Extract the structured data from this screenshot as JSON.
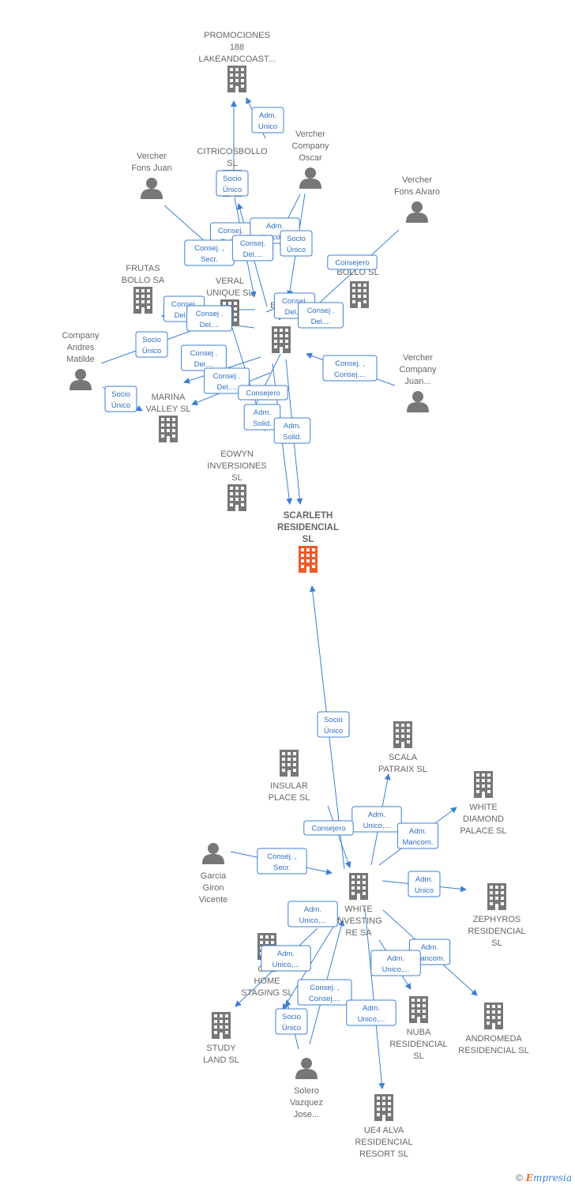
{
  "colors": {
    "edge": "#3d7fd1",
    "node": "#777777",
    "focus": "#f05a28",
    "tag_text": "#2f6fc4"
  },
  "nodes": [
    {
      "id": "promociones",
      "kind": "company",
      "label": [
        "PROMOCIONES",
        "188",
        "LAKEANDCOAST..."
      ]
    },
    {
      "id": "citricos",
      "kind": "company",
      "label": [
        "CITRICOSBOLLO",
        "SL"
      ]
    },
    {
      "id": "vercher_fons_juan",
      "kind": "person",
      "label": [
        "Vercher",
        "Fons Juan"
      ]
    },
    {
      "id": "vercher_oscar",
      "kind": "person",
      "label": [
        "Vercher",
        "Company",
        "Oscar"
      ]
    },
    {
      "id": "vercher_alvaro",
      "kind": "person",
      "label": [
        "Vercher",
        "Fons Alvaro"
      ]
    },
    {
      "id": "frutas_bollo",
      "kind": "company",
      "label": [
        "FRUTAS",
        "BOLLO SA"
      ]
    },
    {
      "id": "veral_unique",
      "kind": "company",
      "label": [
        "VERAL",
        "UNIQUE  SL"
      ]
    },
    {
      "id": "bon_v",
      "kind": "company",
      "label": [
        "BON",
        "V"
      ]
    },
    {
      "id": "s_bollo",
      "kind": "company",
      "label": [
        "S",
        "BOLLO SL"
      ]
    },
    {
      "id": "company_andres",
      "kind": "person",
      "label": [
        "Company",
        "Andres",
        "Matilde"
      ]
    },
    {
      "id": "vercher_company_juan",
      "kind": "person",
      "label": [
        "Vercher",
        "Company",
        "Juan..."
      ]
    },
    {
      "id": "marina_valley",
      "kind": "company",
      "label": [
        "MARINA",
        "VALLEY  SL"
      ]
    },
    {
      "id": "eowyn",
      "kind": "company",
      "label": [
        "EOWYN",
        "INVERSIONES",
        "SL"
      ]
    },
    {
      "id": "scarleth",
      "kind": "focus",
      "label": [
        "SCARLETH",
        "RESIDENCIAL",
        "SL"
      ]
    },
    {
      "id": "scala_patraix",
      "kind": "company",
      "label": [
        "SCALA",
        "PATRAIX  SL"
      ]
    },
    {
      "id": "insular_place",
      "kind": "company",
      "label": [
        "INSULAR",
        "PLACE  SL"
      ]
    },
    {
      "id": "white_diamond",
      "kind": "company",
      "label": [
        "WHITE",
        "DIAMOND",
        "PALACE  SL"
      ]
    },
    {
      "id": "garcia_giron",
      "kind": "person",
      "label": [
        "Garcia",
        "Giron",
        "Vicente"
      ]
    },
    {
      "id": "white_investing",
      "kind": "company",
      "label": [
        "WHITE",
        "INVESTING",
        "RE SA"
      ]
    },
    {
      "id": "zephyros",
      "kind": "company",
      "label": [
        "ZEPHYROS",
        "RESIDENCIAL",
        "SL"
      ]
    },
    {
      "id": "creative_home",
      "kind": "company",
      "label": [
        "CRE",
        "HOME",
        "STAGING  SL"
      ]
    },
    {
      "id": "nuba",
      "kind": "company",
      "label": [
        "NUBA",
        "RESIDENCIAL",
        "SL"
      ]
    },
    {
      "id": "andromeda",
      "kind": "company",
      "label": [
        "ANDROMEDA",
        "RESIDENCIAL SL"
      ]
    },
    {
      "id": "study_land",
      "kind": "company",
      "label": [
        "STUDY",
        "LAND  SL"
      ]
    },
    {
      "id": "solero",
      "kind": "person",
      "label": [
        "Solero",
        "Vazquez",
        "Jose..."
      ]
    },
    {
      "id": "ue4_alva",
      "kind": "company",
      "label": [
        "UE4 ALVA",
        "RESIDENCIAL",
        "RESORT  SL"
      ]
    }
  ],
  "tags": [
    {
      "id": "t1",
      "lines": [
        "Adm.",
        "Unico"
      ]
    },
    {
      "id": "t2",
      "lines": [
        "Socio",
        "Único"
      ]
    },
    {
      "id": "t3",
      "lines": [
        "Consej.",
        "Del...."
      ]
    },
    {
      "id": "t4",
      "lines": [
        "Adm.",
        "Unico,..."
      ]
    },
    {
      "id": "t5",
      "lines": [
        "Socio",
        "Único"
      ]
    },
    {
      "id": "t6",
      "lines": [
        "Consej. ,",
        "Secr."
      ]
    },
    {
      "id": "t7",
      "lines": [
        "Consej.",
        "Del...."
      ]
    },
    {
      "id": "t8",
      "lines": [
        "Consejero"
      ]
    },
    {
      "id": "t9",
      "lines": [
        "Consej.",
        "Del...."
      ]
    },
    {
      "id": "t10",
      "lines": [
        "Consej.",
        "Del...."
      ]
    },
    {
      "id": "t11",
      "lines": [
        "Consej .",
        "Del...."
      ]
    },
    {
      "id": "t12",
      "lines": [
        "Consej .",
        "Del...."
      ]
    },
    {
      "id": "t13",
      "lines": [
        "Socio",
        "Único"
      ]
    },
    {
      "id": "t14",
      "lines": [
        "Consej .",
        "Del...."
      ]
    },
    {
      "id": "t15",
      "lines": [
        "Consej .",
        "Del...."
      ]
    },
    {
      "id": "t16",
      "lines": [
        "Consej. ,",
        "Consej...."
      ]
    },
    {
      "id": "t17",
      "lines": [
        "Socio",
        "Único"
      ]
    },
    {
      "id": "t18",
      "lines": [
        "Consejero"
      ]
    },
    {
      "id": "t19",
      "lines": [
        "Adm.",
        "Solid."
      ]
    },
    {
      "id": "t20",
      "lines": [
        "Adm.",
        "Solid."
      ]
    },
    {
      "id": "t21",
      "lines": [
        "Socio",
        "Único"
      ]
    },
    {
      "id": "t22",
      "lines": [
        "Adm.",
        "Unico,..."
      ]
    },
    {
      "id": "t23",
      "lines": [
        "Consejero"
      ]
    },
    {
      "id": "t24",
      "lines": [
        "Adm.",
        "Mancom."
      ]
    },
    {
      "id": "t25",
      "lines": [
        "Consej. ,",
        "Secr."
      ]
    },
    {
      "id": "t26",
      "lines": [
        "Adm.",
        "Unico"
      ]
    },
    {
      "id": "t27",
      "lines": [
        "Adm.",
        "Unico,..."
      ]
    },
    {
      "id": "t28",
      "lines": [
        "Adm.",
        "Unico,..."
      ]
    },
    {
      "id": "t29",
      "lines": [
        "Adm.",
        "Mancom."
      ]
    },
    {
      "id": "t30",
      "lines": [
        "Adm.",
        "Unico,..."
      ]
    },
    {
      "id": "t31",
      "lines": [
        "Consej. ,",
        "Consej...."
      ]
    },
    {
      "id": "t32",
      "lines": [
        "Socio",
        "Único"
      ]
    },
    {
      "id": "t33",
      "lines": [
        "Adm.",
        "Unico,..."
      ]
    }
  ],
  "footer": {
    "copyright": "©",
    "brand_e": "E",
    "brand_rest": "mpresia"
  }
}
